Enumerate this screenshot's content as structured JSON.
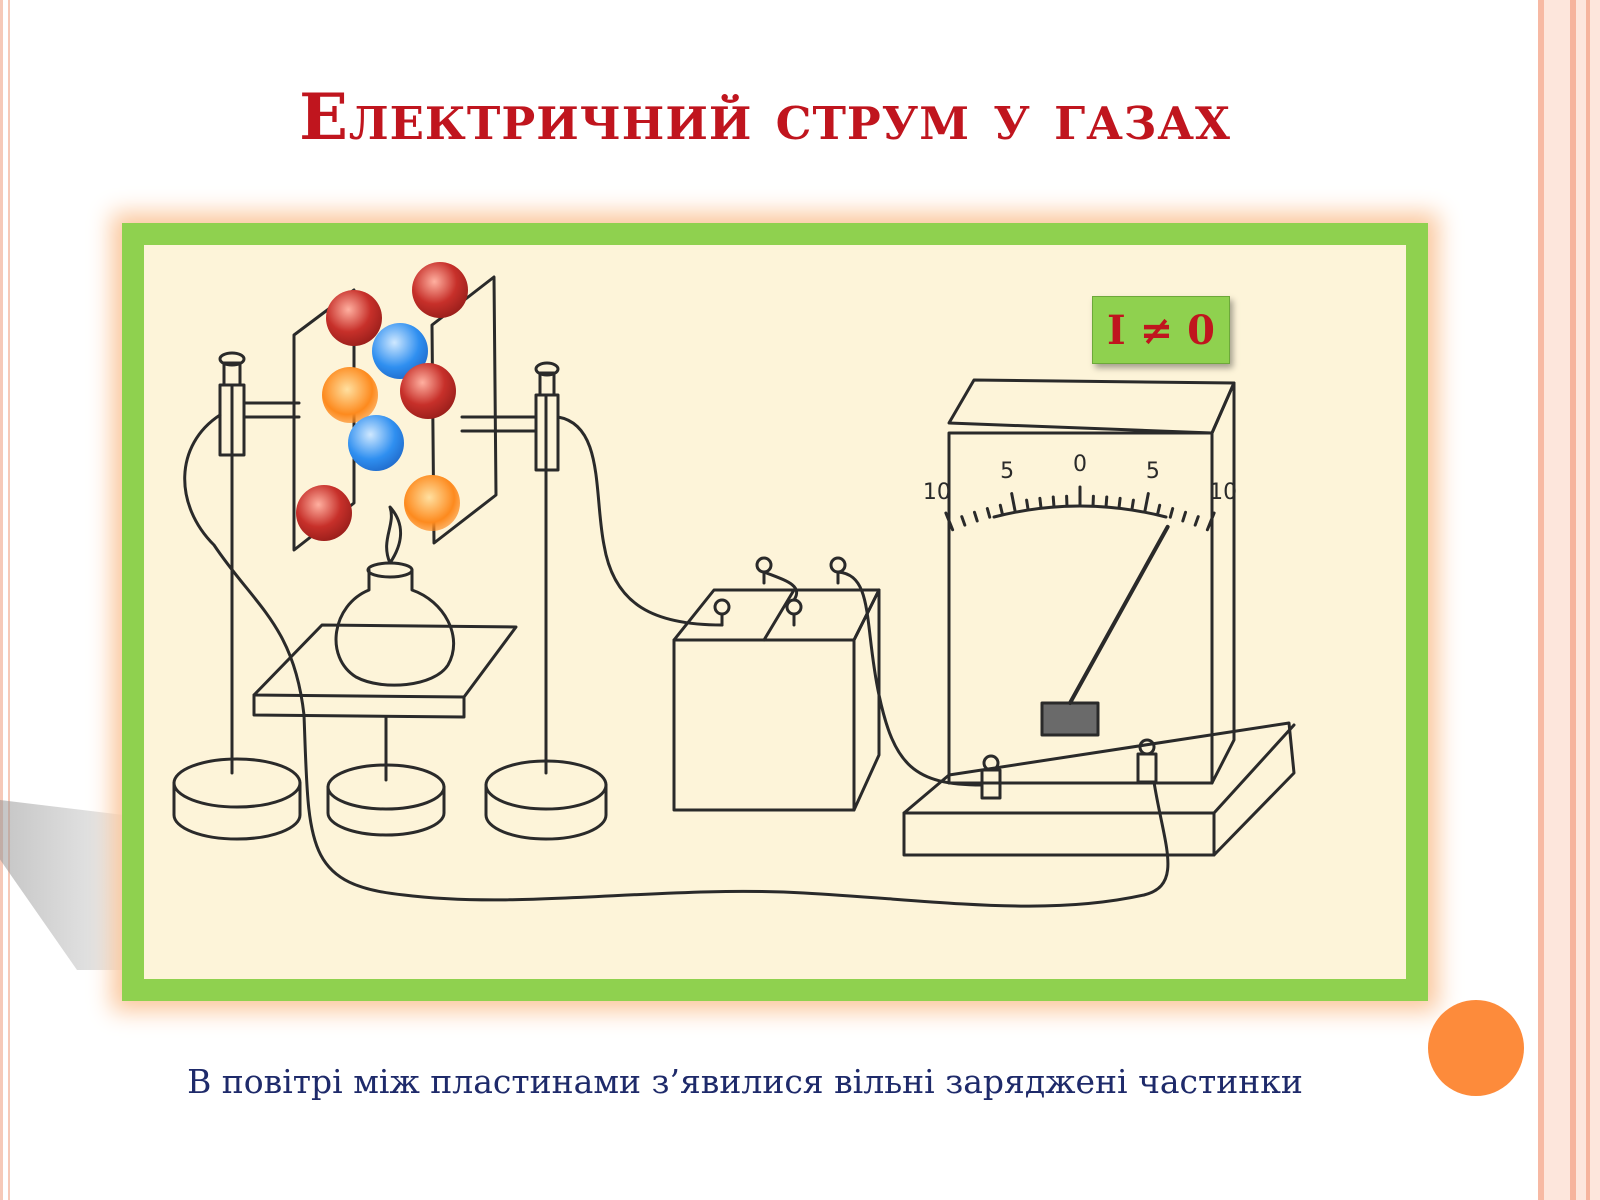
{
  "slide": {
    "title": "Електричний струм у газах",
    "badge": "I ≠ 0",
    "caption": "В повітрі між пластинами з’явилися вільні заряджені частинки"
  },
  "meter": {
    "scale_labels": [
      "10",
      "5",
      "0",
      "5",
      "10"
    ],
    "needle_value": 7
  },
  "colors": {
    "title": "#c0151e",
    "caption": "#1e2a6a",
    "frame": "#8fd14f",
    "canvas": "#fdf4d9",
    "accent_dot": "#fd8b3b",
    "ion_negative": "#c7302a",
    "ion_positive_blue": "#2f8ff0",
    "ion_positive_orange": "#fd8a1e"
  },
  "ions": [
    {
      "kind": "negative"
    },
    {
      "kind": "negative"
    },
    {
      "kind": "positive_blue"
    },
    {
      "kind": "positive_orange"
    },
    {
      "kind": "negative"
    },
    {
      "kind": "positive_blue"
    },
    {
      "kind": "negative"
    },
    {
      "kind": "positive_orange"
    }
  ]
}
